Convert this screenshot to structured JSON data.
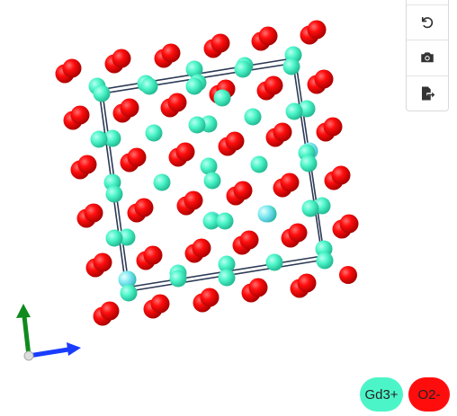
{
  "toolbar": {
    "buttons": [
      {
        "name": "reset-view",
        "icon": "undo-icon"
      },
      {
        "name": "screenshot",
        "icon": "camera-icon"
      },
      {
        "name": "export",
        "icon": "file-export-icon"
      }
    ]
  },
  "legend": {
    "items": [
      {
        "label": "Gd3+",
        "color": "#4CF5C8"
      },
      {
        "label": "O2-",
        "color": "#FF0D0D"
      }
    ]
  },
  "axes": {
    "x_color": "#1a3cff",
    "y_color": "#0f8a1e",
    "z_color": "#dddddd"
  },
  "colors": {
    "gd": "#4CF5C8",
    "o": "#FF0D0D",
    "cell": "#2b3a55"
  }
}
